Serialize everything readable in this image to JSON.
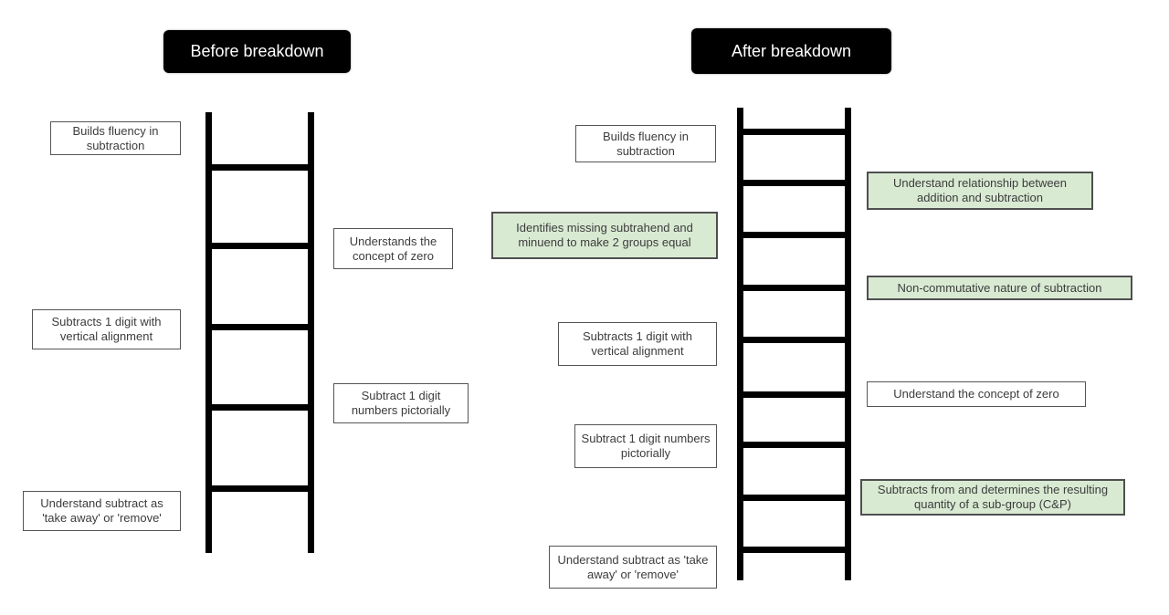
{
  "before": {
    "title": "Before breakdown",
    "steps": [
      {
        "label": "Builds fluency in subtraction",
        "new": false
      },
      {
        "label": "Understands the concept of zero",
        "new": false
      },
      {
        "label": "Subtracts 1 digit with vertical alignment",
        "new": false
      },
      {
        "label": "Subtract 1 digit numbers pictorially",
        "new": false
      },
      {
        "label": "Understand subtract as 'take away' or 'remove'",
        "new": false
      }
    ]
  },
  "after": {
    "title": "After breakdown",
    "steps": [
      {
        "label": "Builds fluency in subtraction",
        "new": false
      },
      {
        "label": "Understand relationship between addition and subtraction",
        "new": true
      },
      {
        "label": "Identifies missing subtrahend and minuend to make 2 groups equal",
        "new": true
      },
      {
        "label": "Non-commutative nature of subtraction",
        "new": true
      },
      {
        "label": "Subtracts 1 digit with vertical alignment",
        "new": false
      },
      {
        "label": "Understand the concept of zero",
        "new": false
      },
      {
        "label": "Subtract 1 digit numbers pictorially",
        "new": false
      },
      {
        "label": "Subtracts from and determines the resulting quantity of a sub-group (C&P)",
        "new": true
      },
      {
        "label": "Understand subtract as 'take away' or 'remove'",
        "new": false
      }
    ]
  },
  "colors": {
    "new_step_fill": "#d9ead3",
    "existing_step_fill": "#ffffff",
    "ladder": "#000000"
  }
}
